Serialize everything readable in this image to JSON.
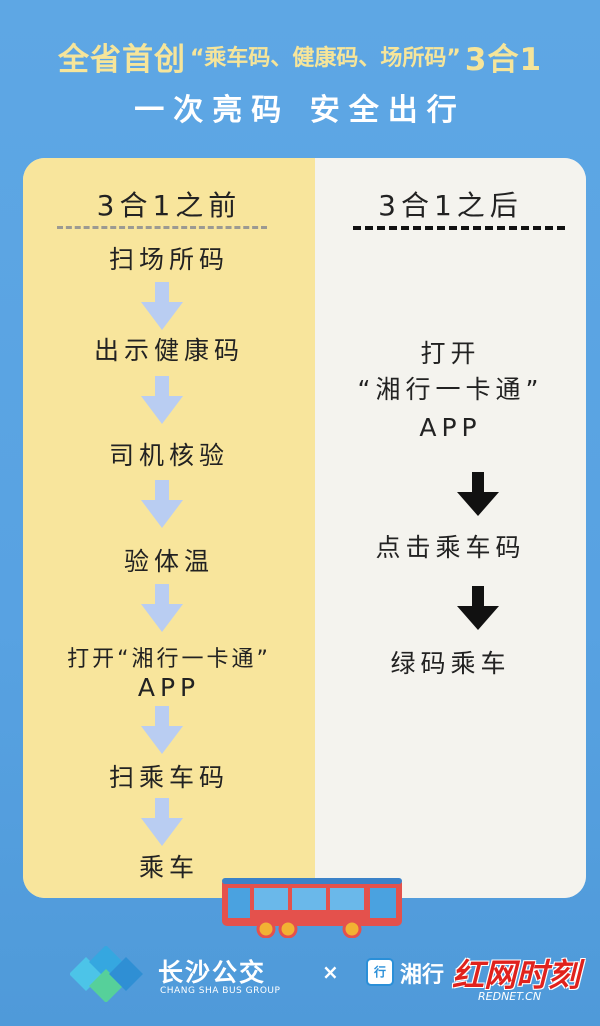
{
  "header": {
    "title_part1": "全省首创",
    "title_part2": "“乘车码、健康码、场所码”",
    "title_part3": "3合1",
    "subtitle": "一次亮码 安全出行"
  },
  "colors": {
    "background": "#5ea7e4",
    "title_yellow": "#f6e59a",
    "left_panel": "#f8e59c",
    "right_panel": "#f4f3ee",
    "arrow_blue": "#b9cdf2",
    "arrow_black": "#111111"
  },
  "before": {
    "heading": "3合1之前",
    "steps": [
      "扫场所码",
      "出示健康码",
      "司机核验",
      "验体温",
      "打开“湘行一卡通”",
      "APP",
      "扫乘车码",
      "乘车"
    ]
  },
  "after": {
    "heading": "3合1之后",
    "steps": [
      "打开",
      "“湘行一卡通”",
      "APP",
      "点击乘车码",
      "绿码乘车"
    ]
  },
  "footer": {
    "logo_cn": "长沙公交",
    "logo_en": "CHANG SHA BUS GROUP",
    "times": "×",
    "app_icon": "行",
    "app_name": "湘行",
    "watermark_cn": "红网时刻",
    "watermark_en": "REDNET.CN"
  },
  "icons": [
    "down-arrow-icon",
    "bus-icon",
    "bus-group-logo-icon",
    "app-logo-icon"
  ]
}
